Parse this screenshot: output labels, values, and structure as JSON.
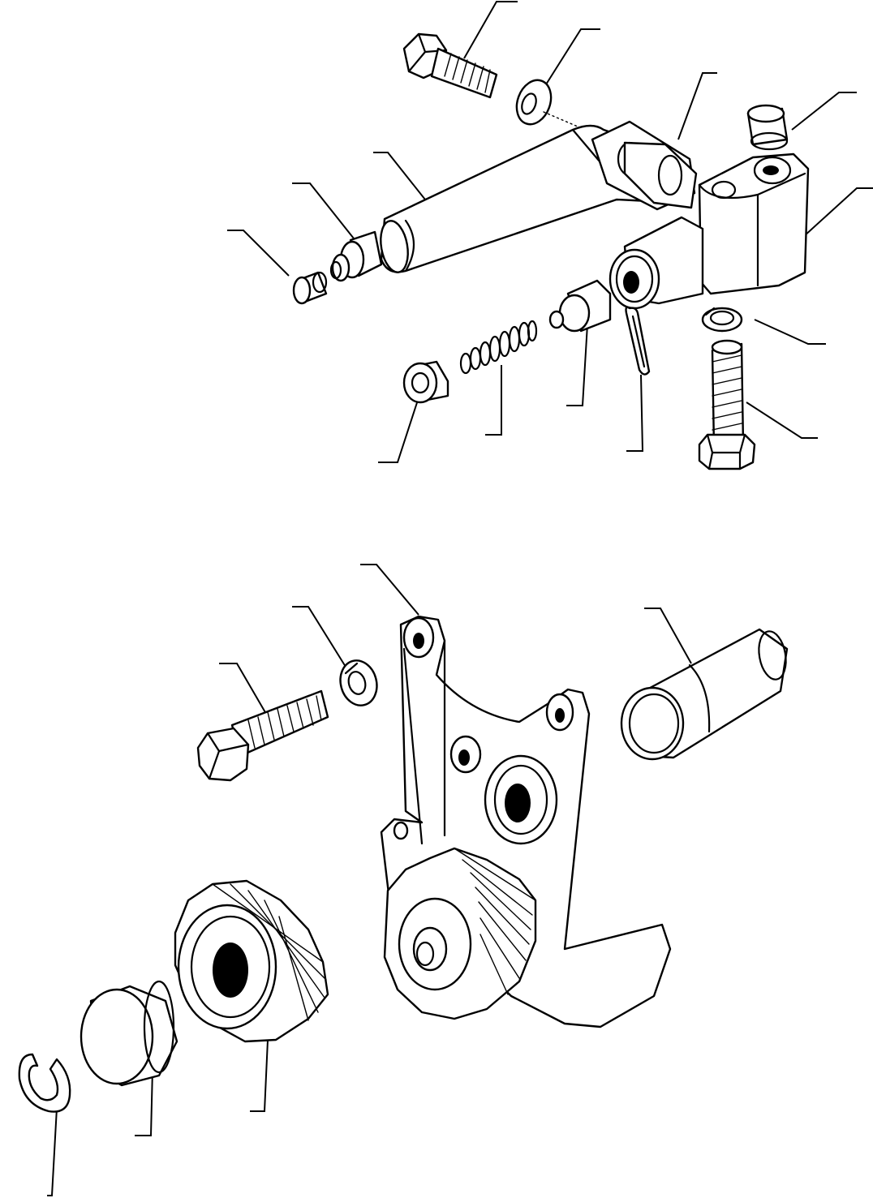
{
  "diagram": {
    "kind": "exploded-parts-view",
    "background": "#ffffff",
    "ink": "#000000",
    "upper_assembly": {
      "parts": [
        "hex-bolt",
        "flat-washer",
        "arm",
        "bushing",
        "spring",
        "plunger",
        "cotter-pin",
        "spring-washer",
        "sleeve",
        "bracket",
        "cap",
        "plug",
        "hex-bolt-lower"
      ]
    },
    "lower_assembly": {
      "parts": [
        "hex-bolt",
        "spring-washer",
        "support-bracket",
        "pin",
        "gear",
        "bushing",
        "snap-ring",
        "idler-gear"
      ]
    }
  }
}
